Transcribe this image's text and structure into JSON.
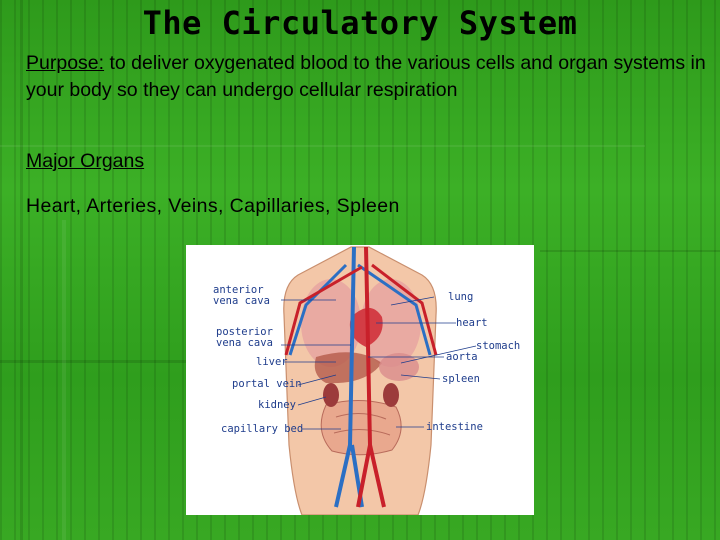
{
  "slide": {
    "title": "The Circulatory System",
    "purpose_label": "Purpose:",
    "purpose_text": " to deliver oxygenated blood to the various cells and organ systems in your body so they can undergo cellular respiration",
    "major_organs_heading": "Major Organs",
    "organs_list": "Heart, Arteries, Veins, Capillaries, Spleen"
  },
  "diagram": {
    "labels_left": {
      "anterior": "anterior",
      "anterior2": "vena cava",
      "posterior": "posterior",
      "posterior2": "vena cava",
      "liver": "liver",
      "portal_vein": "portal vein",
      "kidney": "kidney",
      "capillary_bed": "capillary bed"
    },
    "labels_right": {
      "lung": "lung",
      "heart": "heart",
      "stomach": "stomach",
      "aorta": "aorta",
      "spleen": "spleen",
      "intestine": "intestine"
    }
  },
  "colors": {
    "background": "#3aa521",
    "artery": "#c8202a",
    "vein": "#2b6fc4",
    "skin": "#f3c7a8",
    "label_text": "#1f3d8c"
  }
}
